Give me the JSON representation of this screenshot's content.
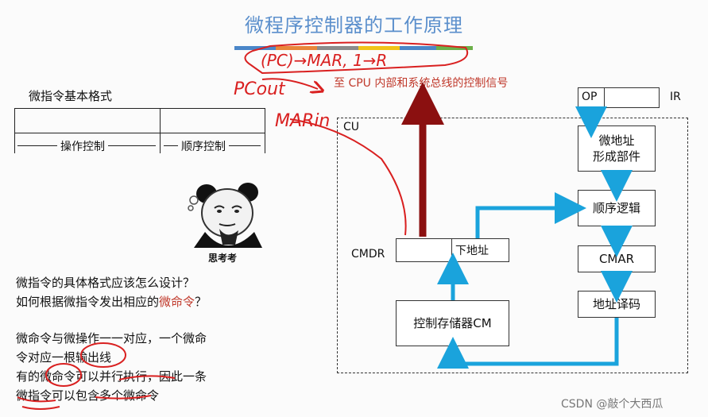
{
  "slide": {
    "title": "微程序控制器的工作原理",
    "subtitle": "至 CPU 内部和系统总线的控制信号",
    "stripe_colors": [
      "#4a86c8",
      "#e8863a",
      "#8b8b8b",
      "#f0c419",
      "#4a86c8",
      "#6cb04a"
    ]
  },
  "format": {
    "label": "微指令基本格式",
    "field_operation": "操作控制",
    "field_sequence": "顺序控制"
  },
  "meme": {
    "caption": "思考考"
  },
  "questions": {
    "line1": "微指令的具体格式应该怎么设计？",
    "line2_prefix": "如何根据微指令发出相应的",
    "line2_highlight": "微命令",
    "line2_suffix": "？"
  },
  "notes": {
    "line1": "微命令与微操作一一对应，一个微命",
    "line2": "令对应一根输出线",
    "line3": "有的微命令可以并行执行，因此一条",
    "line4": "微指令可以包含多个微命令"
  },
  "diagram": {
    "cu_label": "CU",
    "ir_label": "IR",
    "op_label": "OP",
    "cmdr_label": "CMDR",
    "next_address": "下地址",
    "micro_address_unit": "微地址\n形成部件",
    "sequence_logic": "顺序逻辑",
    "cmar": "CMAR",
    "address_decoder": "地址译码",
    "control_store": "控制存储器CM"
  },
  "handwriting": {
    "formula": "(PC)→MAR, 1→R",
    "pc_out": "PCout",
    "mar_in": "MARin"
  },
  "watermark": "CSDN @敲个大西瓜",
  "colors": {
    "arrow_blue": "#1aa3dc",
    "arrow_darkred": "#8b1010",
    "ink_red": "#d92020",
    "title_blue": "#5b8fcc"
  }
}
